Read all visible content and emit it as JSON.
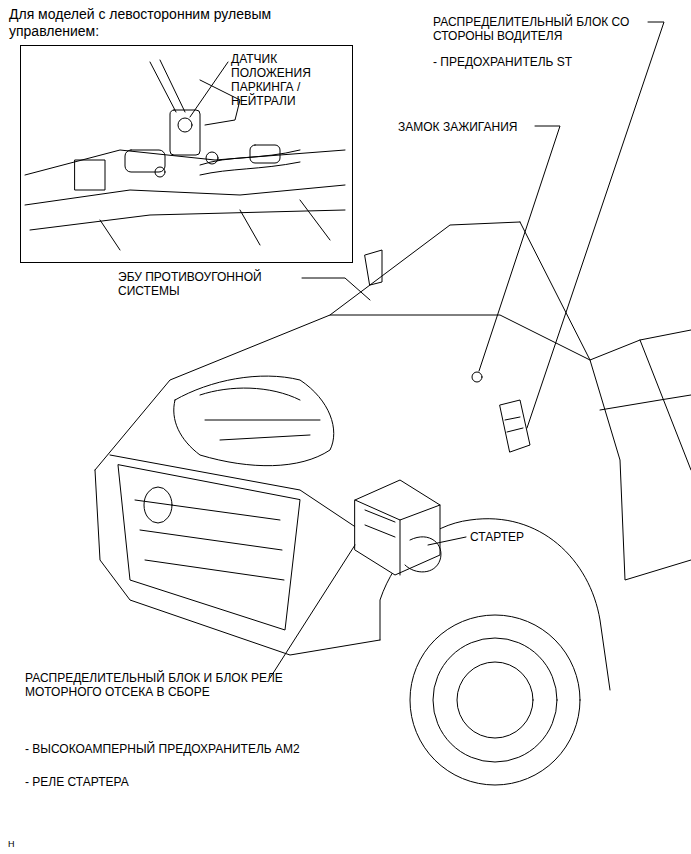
{
  "diagram": {
    "nodes": [
      {
        "text": [
          "Для моделей с левосторонним рулевым управлением:",
          "ДАТЧИК ПОЛОЖЕНИЯ ПАРКИНГА / НЕЙТРАЛИ"
        ]
      }
    ],
    "labels": [
      "РАСПРЕДЕЛИТЕЛЬНЫЙ БЛОК СО СТОРОНЫ ВОДИТЕЛЯ",
      "- ПРЕДОХРАНИТЕЛЬ ST",
      "ЗАМОК ЗАЖИГАНИЯ",
      "ЭБУ ПРОТИВОУГОННОЙ СИСТЕМЫ",
      "СТАРТЕР",
      "РАСПРЕДЕЛИТЕЛЬНЫЙ БЛОК И БЛОК РЕЛЕ МОТОРНОГО ОТСЕКА В СБОРЕ",
      "- ВЫСОКОАМПЕРНЫЙ ПРЕДОХРАНИТЕЛЬ AM2",
      "- РЕЛЕ СТАРТЕРА",
      "H"
    ]
  }
}
